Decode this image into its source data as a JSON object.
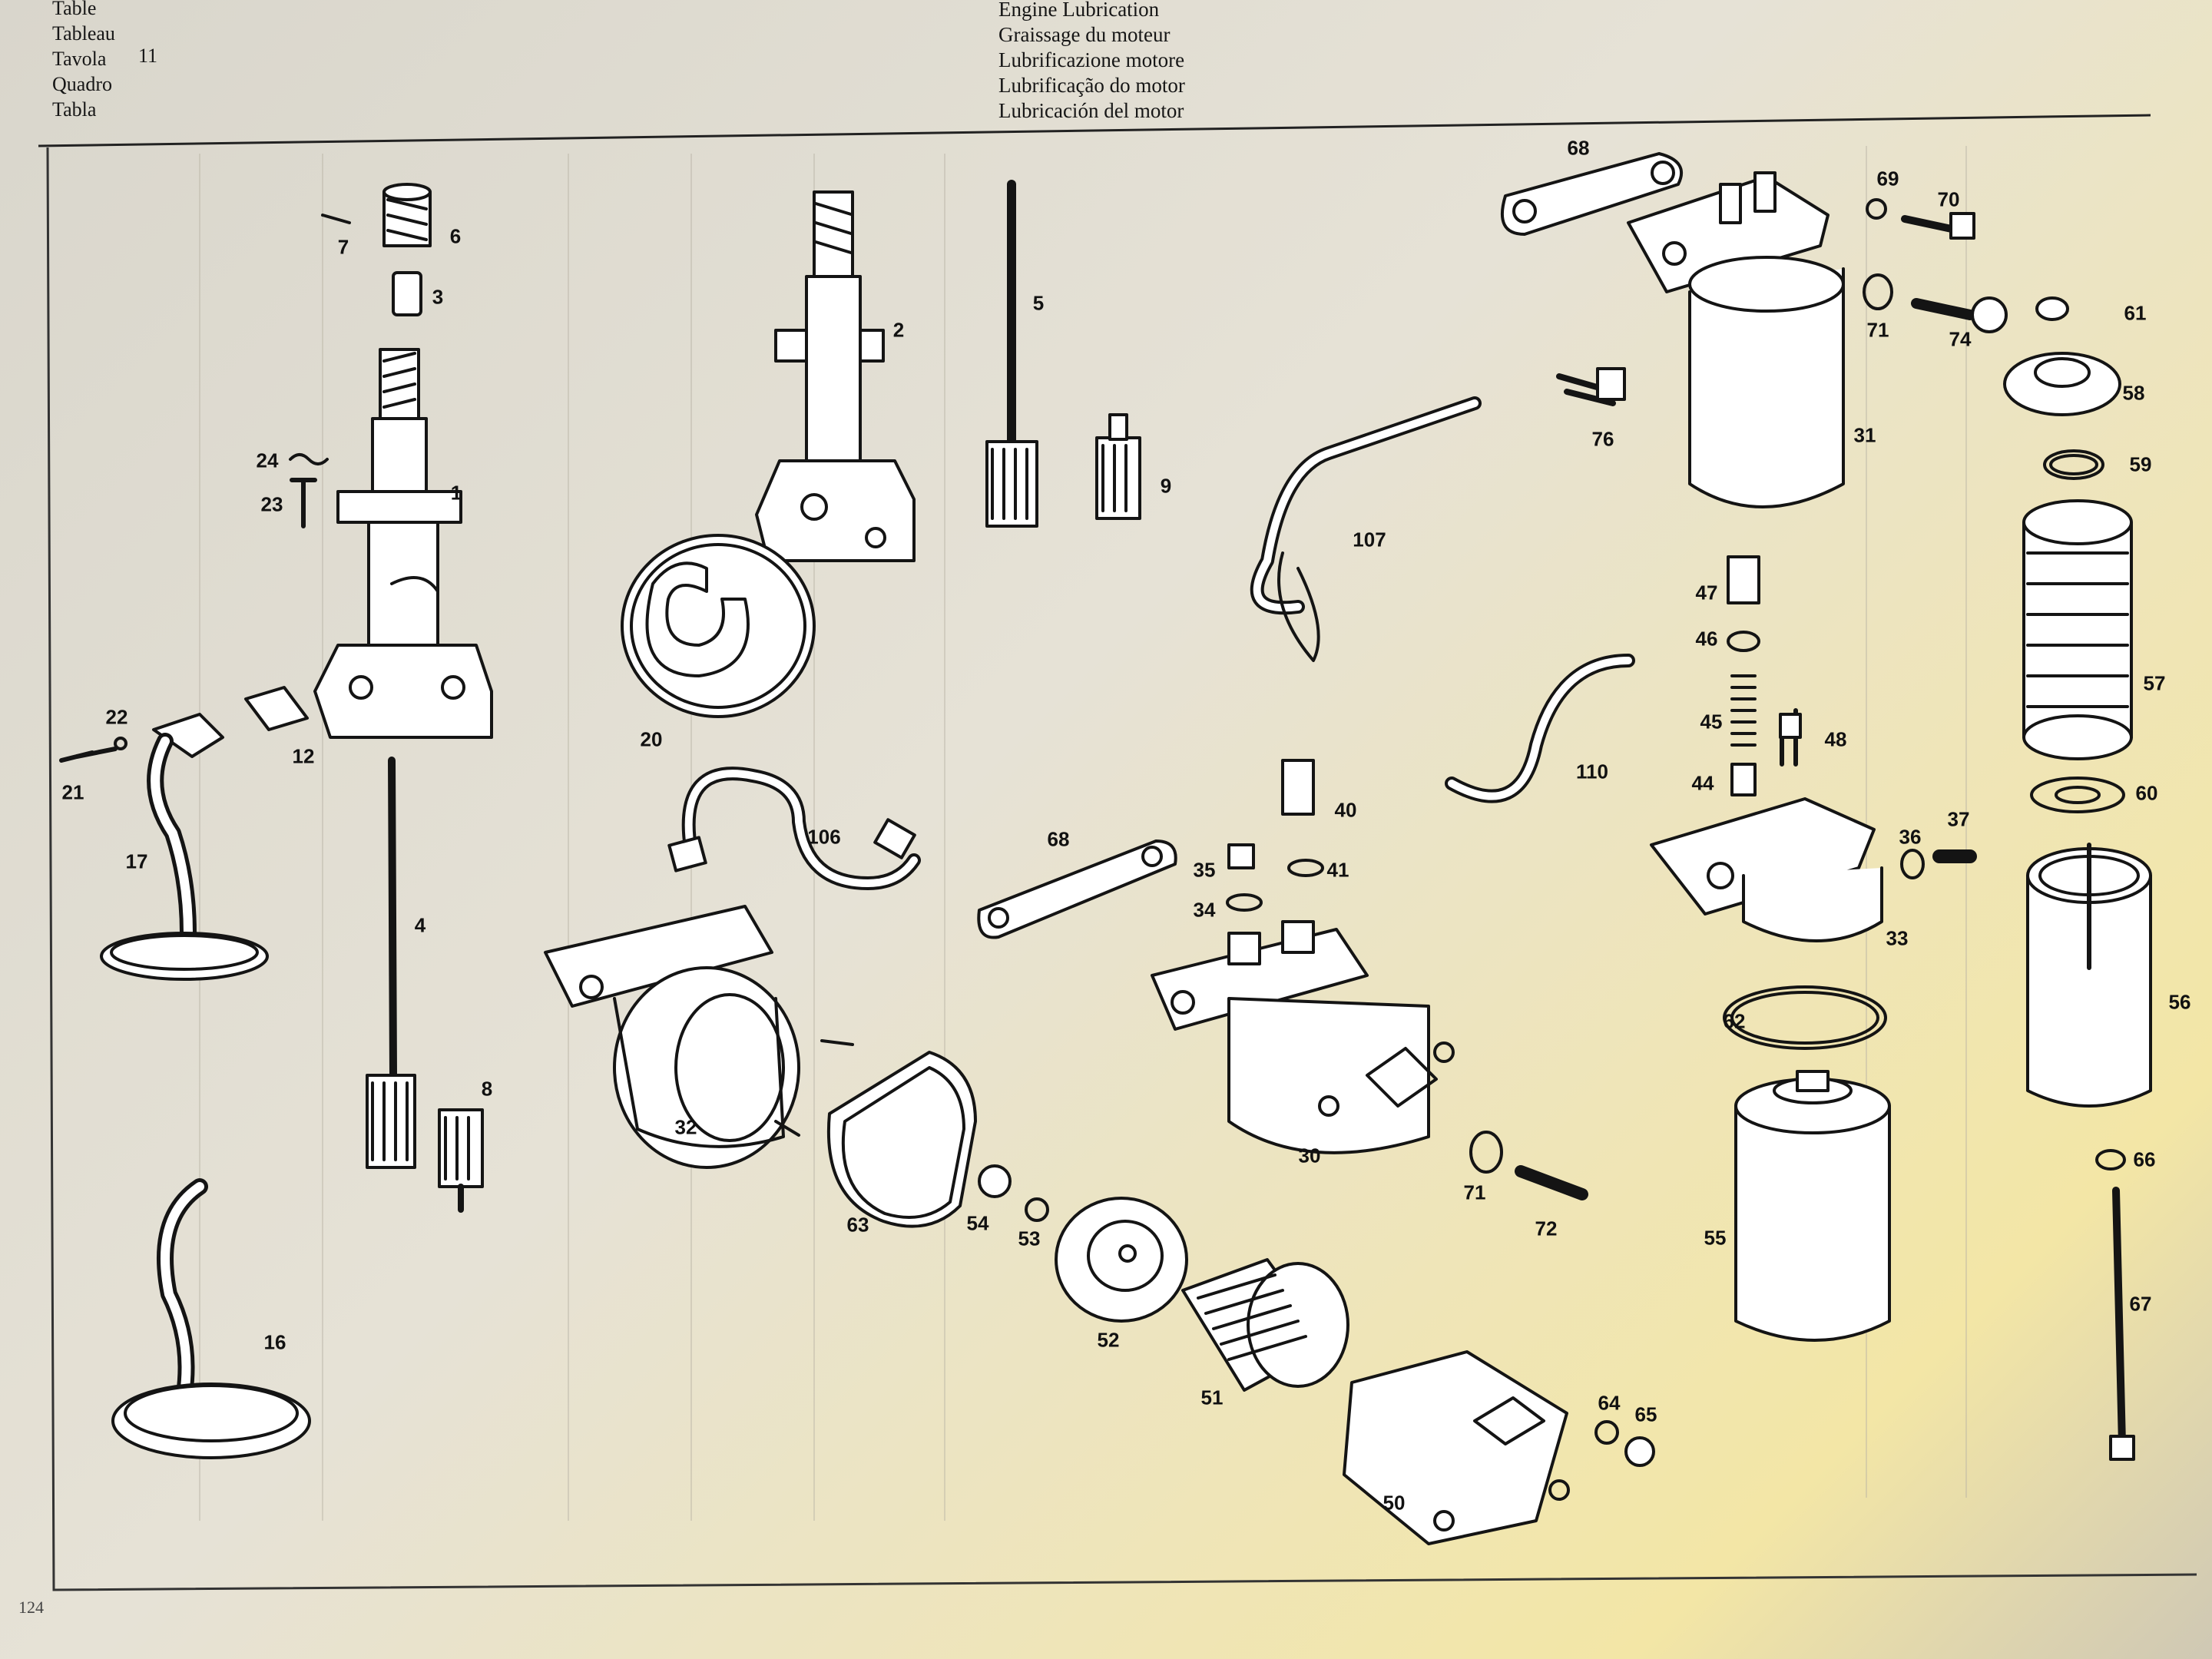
{
  "header_left": {
    "lines": [
      "Table",
      "Tableau",
      "Tavola",
      "Quadro",
      "Tabla"
    ],
    "number": "11"
  },
  "header_center": {
    "lines": [
      "Engine Lubrication",
      "Graissage du moteur",
      "Lubrificazione motore",
      "Lubrificação do motor",
      "Lubricación del motor"
    ]
  },
  "callouts": [
    "7",
    "6",
    "3",
    "24",
    "23",
    "1",
    "22",
    "21",
    "12",
    "17",
    "16",
    "4",
    "8",
    "2",
    "20",
    "5",
    "9",
    "106",
    "32",
    "63",
    "54",
    "53",
    "52",
    "51",
    "50",
    "68",
    "107",
    "110",
    "76",
    "31",
    "69",
    "70",
    "71",
    "74",
    "47",
    "46",
    "45",
    "48",
    "44",
    "40",
    "35",
    "41",
    "34",
    "30",
    "71",
    "72",
    "64",
    "65",
    "36",
    "37",
    "33",
    "62",
    "55",
    "61",
    "58",
    "59",
    "57",
    "60",
    "56",
    "66",
    "67",
    "68"
  ],
  "footer": {
    "page_number": "124"
  },
  "colors": {
    "ink": "#161616",
    "paper": "#e6e2d6",
    "highlight": "#f3e6a6"
  }
}
